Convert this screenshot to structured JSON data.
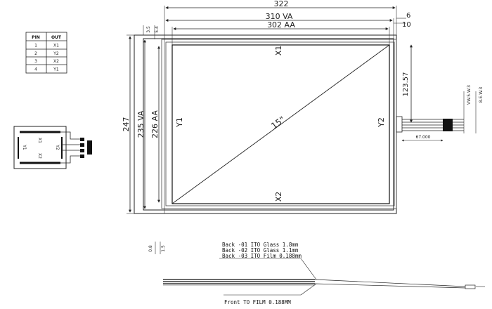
{
  "pin_table": {
    "header": [
      "PIN",
      "OUT"
    ],
    "rows": [
      [
        "1",
        "X1"
      ],
      [
        "2",
        "Y2"
      ],
      [
        "3",
        "X2"
      ],
      [
        "4",
        "Y1"
      ]
    ]
  },
  "mini_schematic": {
    "labels": [
      "X1",
      "Y1",
      "Y2",
      "X2"
    ]
  },
  "dimensions": {
    "overall_width": "322",
    "va_width": "310 VA",
    "aa_width": "302 AA",
    "right_a": "6",
    "right_b": "10",
    "overall_height": "247",
    "va_height": "235 VA",
    "aa_height": "226 AA",
    "tail_offset": "123.57",
    "diagonal": "15\""
  },
  "electrodes": {
    "top": "X1",
    "bottom": "X2",
    "left": "Y1",
    "right": "Y2"
  },
  "tail_labels": {
    "a": "VW.5.W.3",
    "b": "8.E.W.3",
    "c": "67.000"
  },
  "side_view": {
    "back_01": "Back -01 ITO Glass 1.8mm",
    "back_02": "Back -02 ITO Glass 1.1mm",
    "back_03": "Back -03 ITO Film 0.188mm",
    "front": "Front TO FILM 0.188MM"
  }
}
